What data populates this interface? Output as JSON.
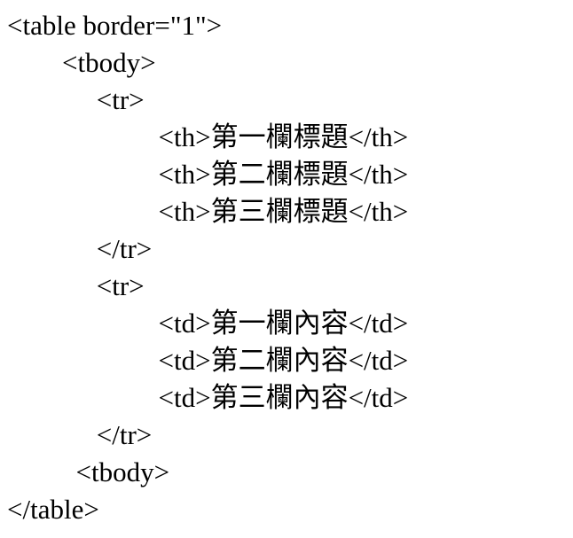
{
  "page": {
    "background_color": "#ffffff",
    "text_color": "#000000",
    "content_type": "html-source-code-listing"
  },
  "code": {
    "language": "html",
    "lines": [
      "<table border=\"1\">",
      "        <tbody>",
      "             <tr>",
      "                      <th>第一欄標題</th>",
      "                      <th>第二欄標題</th>",
      "                      <th>第三欄標題</th>",
      "             </tr>",
      "             <tr>",
      "                      <td>第一欄內容</td>",
      "                      <td>第二欄內容</td>",
      "                      <td>第三欄內容</td>",
      "             </tr>",
      "          <tbody>",
      "</table>"
    ]
  }
}
